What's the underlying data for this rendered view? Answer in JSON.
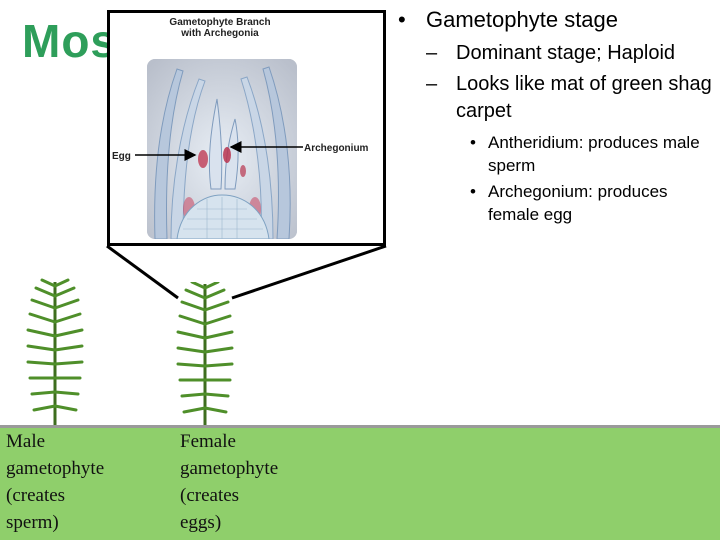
{
  "slide": {
    "title": "Mos",
    "bullets": {
      "main": "Gametophyte stage",
      "sub": [
        "Dominant stage; Haploid",
        "Looks like mat of green shag carpet"
      ],
      "subsub": [
        "Antheridium: produces male sperm",
        "Archegonium: produces female egg"
      ]
    },
    "popup": {
      "title_line1": "Gametophyte Branch",
      "title_line2": "with Archegonia",
      "label_egg": "Egg",
      "label_archegonium": "Archegonium"
    },
    "captions": {
      "male": [
        "Male",
        "gametophyte",
        "(creates",
        "sperm)"
      ],
      "female": [
        "Female",
        "gametophyte",
        "(creates",
        "eggs)"
      ]
    },
    "colors": {
      "title": "#2e9e5a",
      "panel": "#8fcf6b",
      "moss": "#4f8f2a"
    }
  }
}
